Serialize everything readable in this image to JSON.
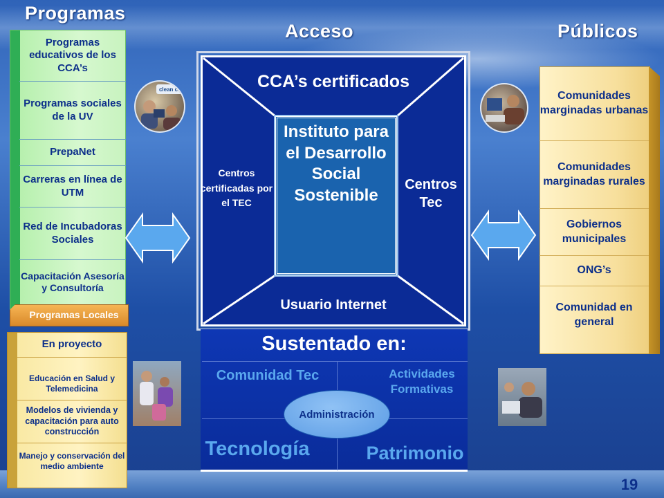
{
  "headers": {
    "programas": "Programas",
    "acceso": "Acceso",
    "publicos": "Públicos"
  },
  "left_programs": [
    "Programas educativos de los CCA’s",
    "Programas sociales de la UV",
    "PrepaNet",
    "Carreras en línea de UTM",
    "Red de Incubadoras Sociales",
    "Capacitación Asesoría y Consultoría"
  ],
  "local_tab": "Programas Locales",
  "project_header": "En proyecto",
  "project_items": [
    "Educación en Salud y Telemedicina",
    "Modelos de vivienda y capacitación para auto construcción",
    "Manejo y conservación del medio ambiente"
  ],
  "center": {
    "top": "CCA’s certificados",
    "left": "Centros certificadas por el TEC",
    "right": "Centros Tec",
    "bottom": "Usuario Internet",
    "core": "Instituto para el Desarrollo Social Sostenible"
  },
  "support": {
    "title": "Sustentado en:",
    "top_left": "Comunidad Tec",
    "top_right": "Actividades Formativas",
    "bottom_left": "Tecnología",
    "bottom_right": "Patrimonio",
    "middle": "Administración"
  },
  "publics": [
    "Comunidades marginadas urbanas",
    "Comunidades marginadas rurales",
    "Gobiernos municipales",
    "ONG’s",
    "Comunidad en general"
  ],
  "photo_sign": "clean co",
  "page_number": "19",
  "colors": {
    "background": "#2f63b8",
    "frame": "#0b2b96",
    "core": "#1a63ae",
    "green_column": "#c8f3bf",
    "tan_column": "#f7df9c",
    "orange_tab": "#f0a040",
    "text_dark": "#0c2f8a",
    "arrow": "#5aa8ee"
  },
  "icons": [
    "double-arrow-icon",
    "people-computer-photo",
    "health-care-photo",
    "computer-class-photo"
  ]
}
